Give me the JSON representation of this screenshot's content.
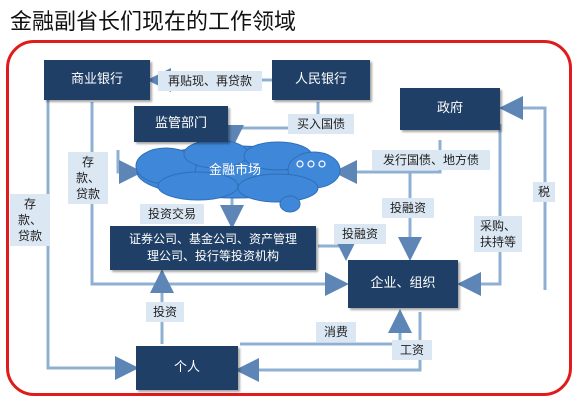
{
  "title": "金融副省长们现在的工作领域",
  "nodes": {
    "commercial_bank": "商业银行",
    "central_bank": "人民银行",
    "regulator": "监管部门",
    "government": "政府",
    "financial_market": "金融市场",
    "institutions_line1": "证券公司、基金公司、资产管理",
    "institutions_line2": "理公司、投行等投资机构",
    "enterprise": "企业、组织",
    "individual": "个人"
  },
  "edges": {
    "rediscount": "再贴现、再贷款",
    "buy_bonds": "买入国债",
    "issue_bonds": "发行国债、地方债",
    "tax": "税",
    "procurement": "采购、扶持等",
    "deposit_loan_inner": "存款、贷款",
    "deposit_loan_outer": "存款、贷款",
    "invest_trade": "投资交易",
    "financing_1": "投融资",
    "financing_2": "投融资",
    "invest": "投资",
    "consume": "消费",
    "wage": "工资"
  },
  "colors": {
    "node_fill": "#1f3f66",
    "label_fill": "#dbe7f3",
    "line": "#8fb0d3",
    "frame": "#e01b1b",
    "cloud_fill": "#3f88d9"
  }
}
